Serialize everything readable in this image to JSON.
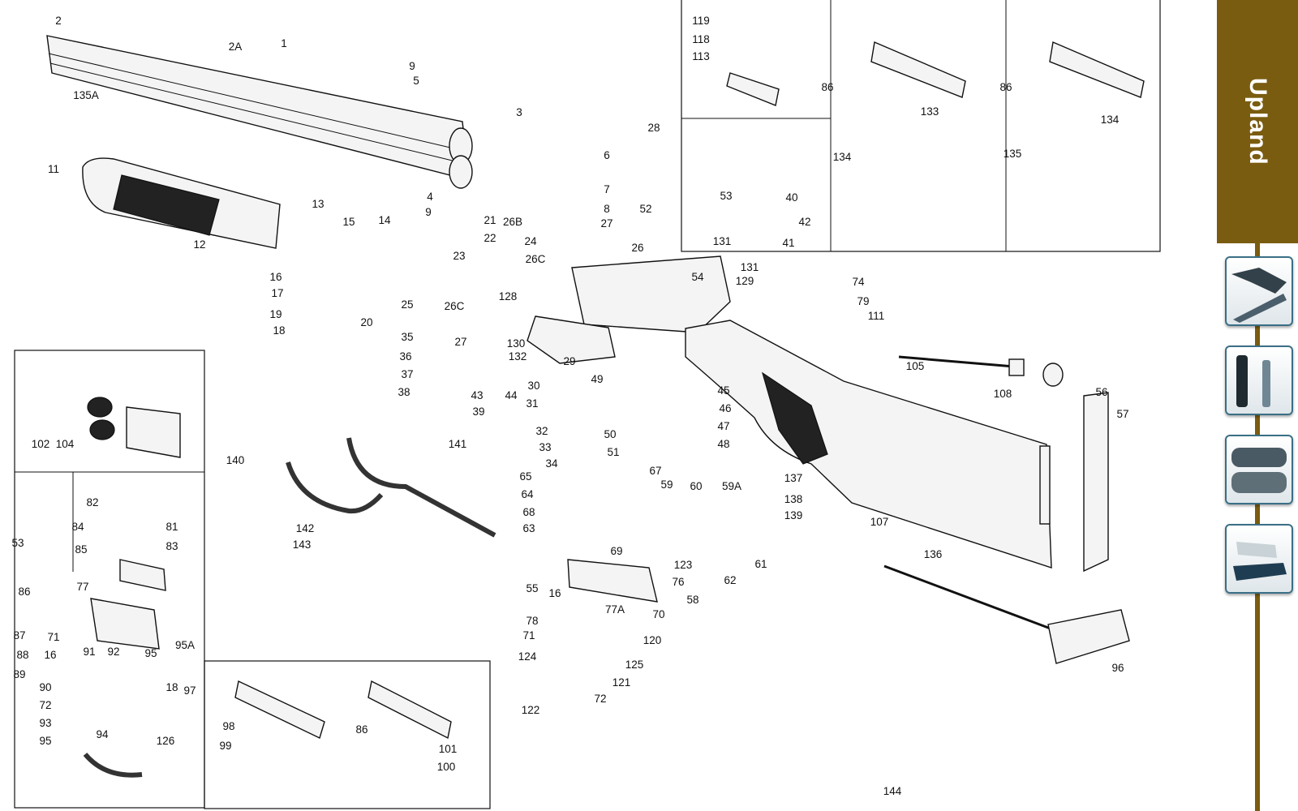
{
  "sidebar": {
    "brand": "Upland",
    "accent_color": "#7a5c10",
    "tiles": [
      {
        "name": "nav-tile-shotguns",
        "icon": "shotgun-stock-icon"
      },
      {
        "name": "nav-tile-chokes",
        "icon": "choke-tube-icon"
      },
      {
        "name": "nav-tile-cases",
        "icon": "gun-case-icon"
      },
      {
        "name": "nav-tile-bags",
        "icon": "gun-bag-icon"
      }
    ]
  },
  "callouts": [
    "1",
    "2",
    "2A",
    "3",
    "4",
    "5",
    "6",
    "7",
    "8",
    "9",
    "9",
    "11",
    "12",
    "13",
    "14",
    "15",
    "16",
    "16",
    "16",
    "17",
    "18",
    "18",
    "19",
    "20",
    "21",
    "22",
    "23",
    "24",
    "25",
    "26",
    "26B",
    "26C",
    "26C",
    "27",
    "27",
    "28",
    "29",
    "30",
    "31",
    "32",
    "33",
    "34",
    "35",
    "36",
    "37",
    "38",
    "39",
    "40",
    "41",
    "42",
    "43",
    "44",
    "45",
    "46",
    "47",
    "48",
    "49",
    "50",
    "51",
    "52",
    "53",
    "53",
    "54",
    "55",
    "56",
    "57",
    "58",
    "59",
    "59A",
    "60",
    "61",
    "62",
    "63",
    "64",
    "65",
    "67",
    "68",
    "69",
    "70",
    "71",
    "71",
    "72",
    "72",
    "74",
    "76",
    "77",
    "77A",
    "78",
    "79",
    "81",
    "82",
    "83",
    "84",
    "85",
    "86",
    "86",
    "86",
    "86",
    "87",
    "88",
    "89",
    "90",
    "91",
    "92",
    "93",
    "94",
    "95",
    "95",
    "95A",
    "96",
    "97",
    "98",
    "99",
    "100",
    "101",
    "102",
    "104",
    "105",
    "107",
    "108",
    "111",
    "113",
    "118",
    "119",
    "120",
    "121",
    "122",
    "123",
    "124",
    "125",
    "126",
    "128",
    "129",
    "130",
    "131",
    "131",
    "132",
    "133",
    "134",
    "134",
    "135",
    "135A",
    "136",
    "137",
    "138",
    "139",
    "140",
    "141",
    "142",
    "143",
    "144"
  ]
}
